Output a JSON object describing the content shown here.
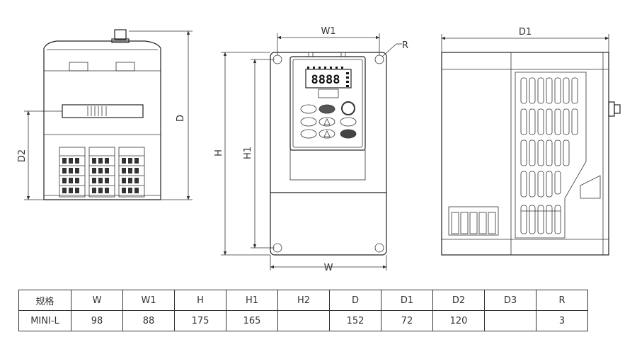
{
  "dimension_labels": {
    "W": "W",
    "W1": "W1",
    "H": "H",
    "H1": "H1",
    "D": "D",
    "D1": "D1",
    "D2": "D2",
    "R": "R"
  },
  "keypad_display": "8888",
  "table": {
    "header": [
      "规格",
      "W",
      "W1",
      "H",
      "H1",
      "H2",
      "D",
      "D1",
      "D2",
      "D3",
      "R"
    ],
    "rows": [
      [
        "MINI-L",
        "98",
        "88",
        "175",
        "165",
        "",
        "152",
        "72",
        "120",
        "",
        "3"
      ]
    ]
  }
}
